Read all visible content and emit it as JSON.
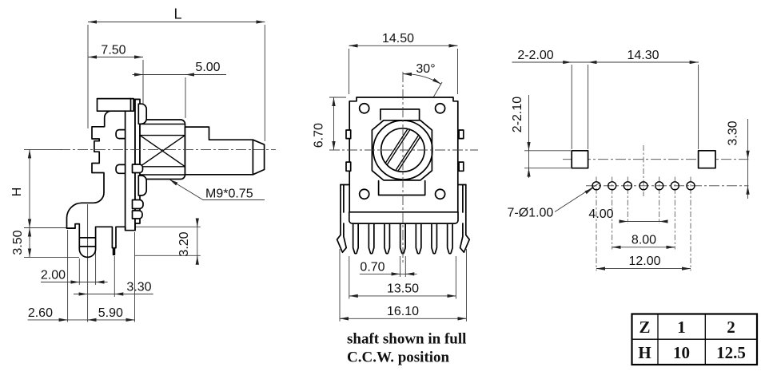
{
  "side_view": {
    "dim_L": "L",
    "dim_7_50": "7.50",
    "dim_5_00": "5.00",
    "dim_H": "H",
    "dim_3_50": "3.50",
    "dim_2_00": "2.00",
    "dim_3_30": "3.30",
    "dim_2_60": "2.60",
    "dim_5_90": "5.90",
    "dim_3_20": "3.20",
    "thread_label": "M9*0.75"
  },
  "front_view": {
    "dim_14_50": "14.50",
    "angle_30": "30°",
    "dim_6_70": "6.70",
    "dim_0_70": "0.70",
    "dim_13_50": "13.50",
    "dim_16_10": "16.10",
    "note_line1": "shaft shown in full",
    "note_line2": "C.C.W. position"
  },
  "bottom_view": {
    "dim_2x2_00": "2-2.00",
    "dim_14_30": "14.30",
    "dim_2x2_10": "2-2.10",
    "dim_3_30": "3.30",
    "holes_label": "7-Ø1.00",
    "dim_4_00": "4.00",
    "dim_8_00": "8.00",
    "dim_12_00": "12.00"
  },
  "table": {
    "rows": [
      [
        "Z",
        "1",
        "2"
      ],
      [
        "H",
        "10",
        "12.5"
      ]
    ]
  }
}
